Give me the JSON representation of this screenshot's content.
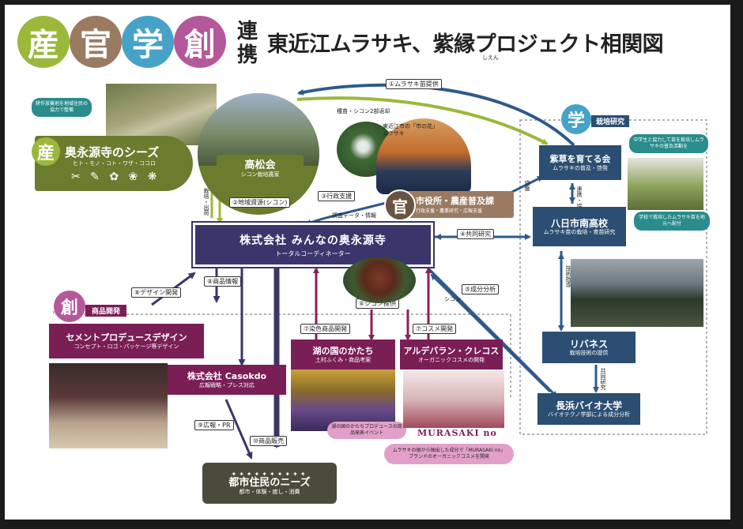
{
  "header": {
    "kanji": [
      {
        "char": "産",
        "color": "#9bb83a"
      },
      {
        "char": "官",
        "color": "#9a7b62"
      },
      {
        "char": "学",
        "color": "#46a2c7"
      },
      {
        "char": "創",
        "color": "#b5589a"
      }
    ],
    "renkei_1": "連",
    "renkei_2": "携",
    "title": "東近江ムラサキ、紫縁プロジェクト相関図",
    "ruby": "しえん"
  },
  "san": {
    "badge": "産",
    "title": "奥永源寺のシーズ",
    "subtitle": "ヒト・モノ・コト・ワザ・ココロ",
    "bubble": "耕作放棄地を地域住民の協力で整備",
    "takamatsu_title": "高松会",
    "takamatsu_sub": "シコン栽培農家"
  },
  "kan": {
    "badge": "官",
    "title": "市役所・農産普及課",
    "sub": "行政支援・農業研究・広報支援",
    "note": "東近江市の「市の花」ムラサキ"
  },
  "gaku": {
    "badge": "学",
    "label": "栽培研究",
    "shikon_title": "紫草を育てる会",
    "shikon_sub": "ムラサキの普及・啓発",
    "yokaichi_title": "八日市南高校",
    "yokaichi_sub": "ムラサキ苗の栽培・育苗研究",
    "rivaness_title": "リバネス",
    "rivaness_sub": "栽培技術の提供",
    "nagahama_title": "長浜バイオ大学",
    "nagahama_sub": "バイオテクノ学部による成分分析",
    "bubble1": "中学生と協力して苗を栽培しムラサキの普及活動を",
    "bubble2": "学校で栽培したムラサキ苗を地元へ配付"
  },
  "hub": {
    "title": "株式会社 みんなの奥永源寺",
    "sub": "トータルコーディネーター"
  },
  "sou": {
    "badge": "創",
    "label": "商品開発",
    "cement_title": "セメントプロデュースデザイン",
    "cement_sub": "コンセプト・ロゴ・パッケージ等デザイン",
    "casokdo_title": "株式会社 Casokdo",
    "casokdo_sub": "広報戦略・プレス対応",
    "kosai_title": "湖の国のかたち",
    "kosai_sub": "土村ふくみ・商品考案",
    "kosai_bubble": "湖の国のかたちプロデュースの商品発表イベント",
    "alde_title": "アルデバラン・クレコス",
    "alde_sub": "オーガニックコスメの開発",
    "murasaki_label": "MURASAKI no",
    "alde_bubble": "ムラサキの根から抽出した成分で「MURASAKI no」ブランドのオーガニックコスメを開発"
  },
  "needs": {
    "title": "都市住民のニーズ",
    "sub": "都市・体験・癒し・消費"
  },
  "flows": {
    "f1": "①ムラサキ苗提供",
    "f1_sub": "種苗・シコン2部返却",
    "f2": "②地域資源(シコン)",
    "f3": "③行政支援",
    "f3_sub": "調査データ・情報",
    "f4": "④共同研究",
    "f5": "⑤成分分析",
    "f6": "⑥シコン提供",
    "f7": "⑦染色商品開発",
    "f8": "⑦コスメ開発",
    "f9": "⑧商品情報",
    "f10": "⑧デザイン開発",
    "f11": "⑨広報・PR",
    "f12": "⑩商品販売",
    "v_takamatsu": "栽培・出荷",
    "v_kan": "協働",
    "v_gaku1": "連携・協力",
    "v_gaku2": "技術指導",
    "v_gaku3": "共同研究",
    "shikon_word": "シコン"
  }
}
